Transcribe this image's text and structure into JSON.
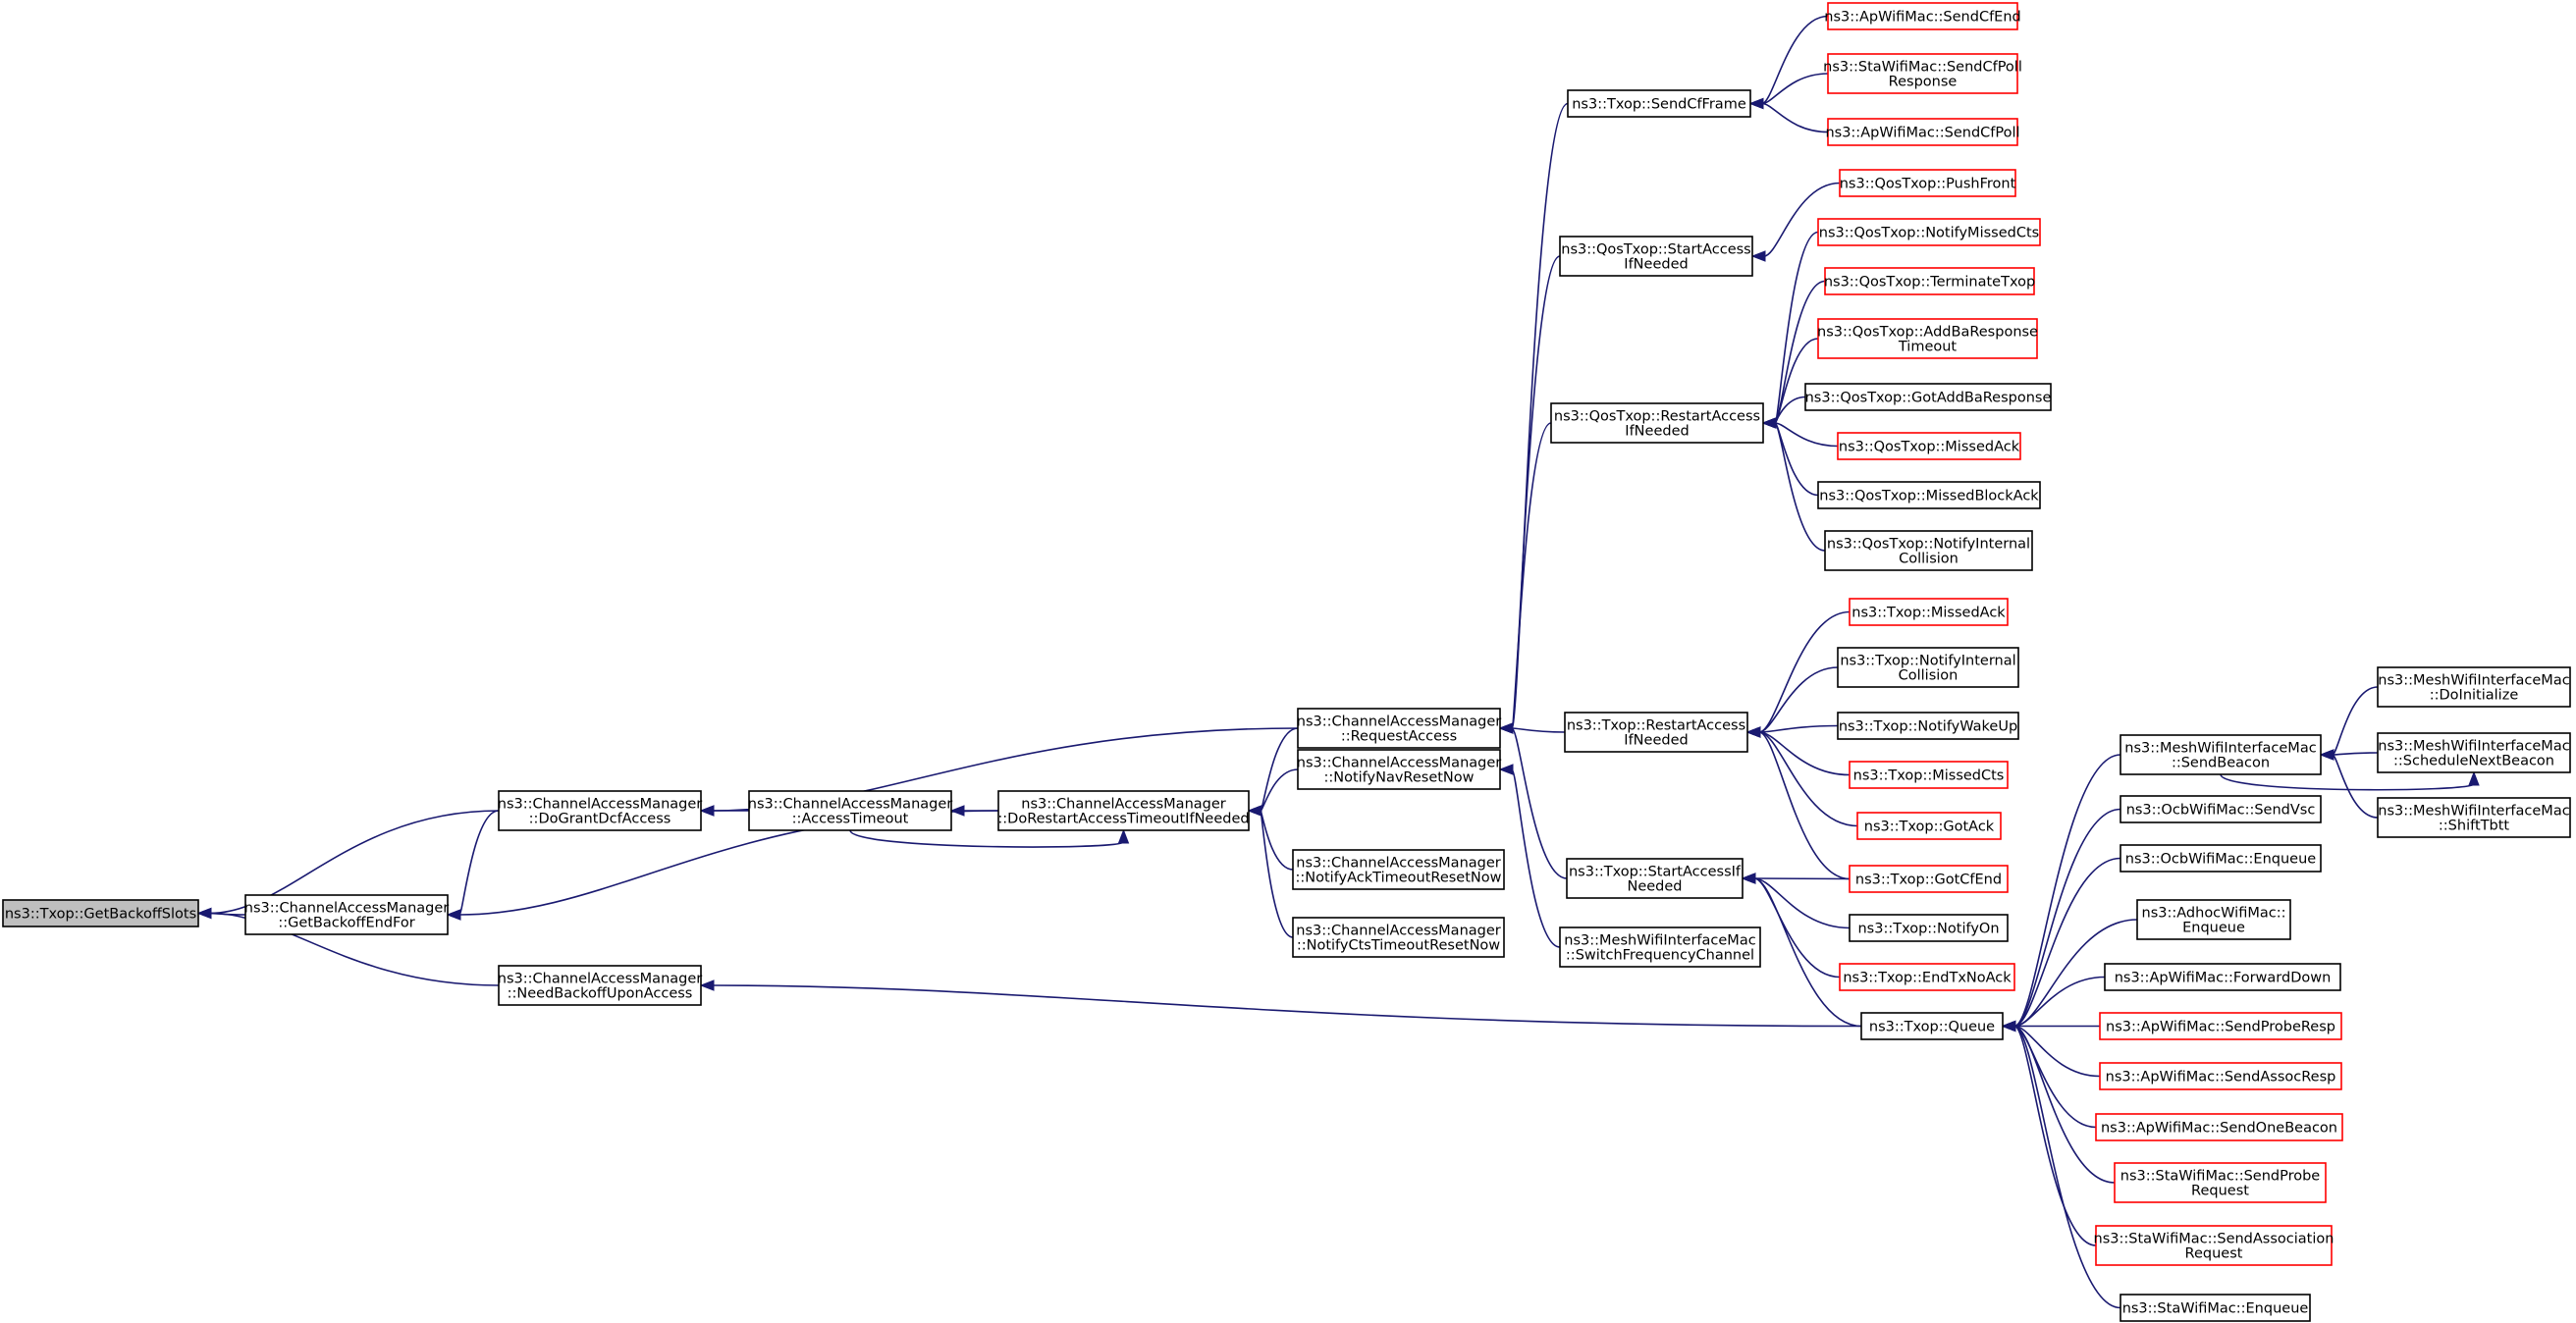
{
  "colors": {
    "edge": "#191970",
    "border_default": "#000000",
    "border_truncated": "#ff0000",
    "focus_fill": "#bfbfbf",
    "fill": "#ffffff"
  },
  "nodes": [
    {
      "id": "getbackoffslots",
      "lines": [
        "ns3::Txop::GetBackoffSlots"
      ],
      "style": "focus"
    },
    {
      "id": "dograntdcfaccess",
      "lines": [
        "ns3::ChannelAccessManager",
        "::DoGrantDcfAccess"
      ],
      "style": "normal"
    },
    {
      "id": "getbackoffendfor",
      "lines": [
        "ns3::ChannelAccessManager",
        "::GetBackoffEndFor"
      ],
      "style": "normal"
    },
    {
      "id": "needbackoffuponaccess",
      "lines": [
        "ns3::ChannelAccessManager",
        "::NeedBackoffUponAccess"
      ],
      "style": "normal"
    },
    {
      "id": "accesstimeout",
      "lines": [
        "ns3::ChannelAccessManager",
        "::AccessTimeout"
      ],
      "style": "normal"
    },
    {
      "id": "dorestartaccesstimeout",
      "lines": [
        "ns3::ChannelAccessManager",
        "::DoRestartAccessTimeoutIfNeeded"
      ],
      "style": "normal"
    },
    {
      "id": "requestaccess",
      "lines": [
        "ns3::ChannelAccessManager",
        "::RequestAccess"
      ],
      "style": "normal"
    },
    {
      "id": "notifynavresetnow",
      "lines": [
        "ns3::ChannelAccessManager",
        "::NotifyNavResetNow"
      ],
      "style": "normal"
    },
    {
      "id": "notifyacktimeoutresetnow",
      "lines": [
        "ns3::ChannelAccessManager",
        "::NotifyAckTimeoutResetNow"
      ],
      "style": "normal"
    },
    {
      "id": "notifyctstimeoutresetnow",
      "lines": [
        "ns3::ChannelAccessManager",
        "::NotifyCtsTimeoutResetNow"
      ],
      "style": "normal"
    },
    {
      "id": "switchfrequencychannel",
      "lines": [
        "ns3::MeshWifiInterfaceMac",
        "::SwitchFrequencyChannel"
      ],
      "style": "normal"
    },
    {
      "id": "sendcfframe",
      "lines": [
        "ns3::Txop::SendCfFrame"
      ],
      "style": "normal"
    },
    {
      "id": "qosstartaccessifneeded",
      "lines": [
        "ns3::QosTxop::StartAccess",
        "IfNeeded"
      ],
      "style": "normal"
    },
    {
      "id": "qosrestartaccessifneeded",
      "lines": [
        "ns3::QosTxop::RestartAccess",
        "IfNeeded"
      ],
      "style": "normal"
    },
    {
      "id": "txoprestartaccessifneeded",
      "lines": [
        "ns3::Txop::RestartAccess",
        "IfNeeded"
      ],
      "style": "normal"
    },
    {
      "id": "txopstartaccessifneeded",
      "lines": [
        "ns3::Txop::StartAccessIf",
        "Needed"
      ],
      "style": "normal"
    },
    {
      "id": "txopqueue",
      "lines": [
        "ns3::Txop::Queue"
      ],
      "style": "normal"
    },
    {
      "id": "apsendcfend",
      "lines": [
        "ns3::ApWifiMac::SendCfEnd"
      ],
      "style": "truncated"
    },
    {
      "id": "stasendcfpollresponse",
      "lines": [
        "ns3::StaWifiMac::SendCfPoll",
        "Response"
      ],
      "style": "truncated"
    },
    {
      "id": "apsendcfpoll",
      "lines": [
        "ns3::ApWifiMac::SendCfPoll"
      ],
      "style": "truncated"
    },
    {
      "id": "qospushfront",
      "lines": [
        "ns3::QosTxop::PushFront"
      ],
      "style": "truncated"
    },
    {
      "id": "qosnotifymissedcts",
      "lines": [
        "ns3::QosTxop::NotifyMissedCts"
      ],
      "style": "truncated"
    },
    {
      "id": "qosterminatetxop",
      "lines": [
        "ns3::QosTxop::TerminateTxop"
      ],
      "style": "truncated"
    },
    {
      "id": "qosaddbaresponsetimeout",
      "lines": [
        "ns3::QosTxop::AddBaResponse",
        "Timeout"
      ],
      "style": "truncated"
    },
    {
      "id": "qosgotaddbaresponse",
      "lines": [
        "ns3::QosTxop::GotAddBaResponse"
      ],
      "style": "normal"
    },
    {
      "id": "qosmissedack",
      "lines": [
        "ns3::QosTxop::MissedAck"
      ],
      "style": "truncated"
    },
    {
      "id": "qosmissedblockack",
      "lines": [
        "ns3::QosTxop::MissedBlockAck"
      ],
      "style": "normal"
    },
    {
      "id": "qosnotifyinternalcollision",
      "lines": [
        "ns3::QosTxop::NotifyInternal",
        "Collision"
      ],
      "style": "normal"
    },
    {
      "id": "txopmissedack",
      "lines": [
        "ns3::Txop::MissedAck"
      ],
      "style": "truncated"
    },
    {
      "id": "txopnotifyinternalcollision",
      "lines": [
        "ns3::Txop::NotifyInternal",
        "Collision"
      ],
      "style": "normal"
    },
    {
      "id": "txopnotifywakeup",
      "lines": [
        "ns3::Txop::NotifyWakeUp"
      ],
      "style": "normal"
    },
    {
      "id": "txopmissedcts",
      "lines": [
        "ns3::Txop::MissedCts"
      ],
      "style": "truncated"
    },
    {
      "id": "txopgotack",
      "lines": [
        "ns3::Txop::GotAck"
      ],
      "style": "truncated"
    },
    {
      "id": "txopgotcfend",
      "lines": [
        "ns3::Txop::GotCfEnd"
      ],
      "style": "truncated"
    },
    {
      "id": "txopnotifyon",
      "lines": [
        "ns3::Txop::NotifyOn"
      ],
      "style": "normal"
    },
    {
      "id": "txopendtxnoack",
      "lines": [
        "ns3::Txop::EndTxNoAck"
      ],
      "style": "truncated"
    },
    {
      "id": "meshsendbeacon",
      "lines": [
        "ns3::MeshWifiInterfaceMac",
        "::SendBeacon"
      ],
      "style": "normal"
    },
    {
      "id": "ocbsendvsc",
      "lines": [
        "ns3::OcbWifiMac::SendVsc"
      ],
      "style": "normal"
    },
    {
      "id": "ocbenqueue",
      "lines": [
        "ns3::OcbWifiMac::Enqueue"
      ],
      "style": "normal"
    },
    {
      "id": "adhocenqueue",
      "lines": [
        "ns3::AdhocWifiMac::",
        "Enqueue"
      ],
      "style": "normal"
    },
    {
      "id": "apforwarddown",
      "lines": [
        "ns3::ApWifiMac::ForwardDown"
      ],
      "style": "normal"
    },
    {
      "id": "apsendproberesp",
      "lines": [
        "ns3::ApWifiMac::SendProbeResp"
      ],
      "style": "truncated"
    },
    {
      "id": "apsendassocresp",
      "lines": [
        "ns3::ApWifiMac::SendAssocResp"
      ],
      "style": "truncated"
    },
    {
      "id": "apsendonebeacon",
      "lines": [
        "ns3::ApWifiMac::SendOneBeacon"
      ],
      "style": "truncated"
    },
    {
      "id": "stasendproberequest",
      "lines": [
        "ns3::StaWifiMac::SendProbe",
        "Request"
      ],
      "style": "truncated"
    },
    {
      "id": "stasendassociationrequest",
      "lines": [
        "ns3::StaWifiMac::SendAssociation",
        "Request"
      ],
      "style": "truncated"
    },
    {
      "id": "staenqueue",
      "lines": [
        "ns3::StaWifiMac::Enqueue"
      ],
      "style": "normal"
    },
    {
      "id": "meshdoinitialize",
      "lines": [
        "ns3::MeshWifiInterfaceMac",
        "::DoInitialize"
      ],
      "style": "normal"
    },
    {
      "id": "meshschedulenextbeacon",
      "lines": [
        "ns3::MeshWifiInterfaceMac",
        "::ScheduleNextBeacon"
      ],
      "style": "normal"
    },
    {
      "id": "meshshifttbtt",
      "lines": [
        "ns3::MeshWifiInterfaceMac",
        "::ShiftTbtt"
      ],
      "style": "normal"
    }
  ],
  "edges": [
    {
      "from": "getbackoffslots",
      "to": "dograntdcfaccess"
    },
    {
      "from": "getbackoffslots",
      "to": "getbackoffendfor"
    },
    {
      "from": "getbackoffslots",
      "to": "needbackoffuponaccess"
    },
    {
      "from": "dograntdcfaccess",
      "to": "accesstimeout"
    },
    {
      "from": "dograntdcfaccess",
      "to": "requestaccess"
    },
    {
      "from": "getbackoffendfor",
      "to": "dorestartaccesstimeout"
    },
    {
      "from": "getbackoffendfor",
      "to": "dograntdcfaccess"
    },
    {
      "from": "needbackoffuponaccess",
      "to": "txopqueue"
    },
    {
      "from": "accesstimeout",
      "to": "dorestartaccesstimeout"
    },
    {
      "from": "dorestartaccesstimeout",
      "to": "accesstimeout"
    },
    {
      "from": "dorestartaccesstimeout",
      "to": "requestaccess"
    },
    {
      "from": "dorestartaccesstimeout",
      "to": "notifynavresetnow"
    },
    {
      "from": "dorestartaccesstimeout",
      "to": "notifyacktimeoutresetnow"
    },
    {
      "from": "dorestartaccesstimeout",
      "to": "notifyctstimeoutresetnow"
    },
    {
      "from": "notifynavresetnow",
      "to": "switchfrequencychannel"
    },
    {
      "from": "requestaccess",
      "to": "sendcfframe"
    },
    {
      "from": "requestaccess",
      "to": "qosstartaccessifneeded"
    },
    {
      "from": "requestaccess",
      "to": "qosrestartaccessifneeded"
    },
    {
      "from": "requestaccess",
      "to": "txoprestartaccessifneeded"
    },
    {
      "from": "requestaccess",
      "to": "txopstartaccessifneeded"
    },
    {
      "from": "sendcfframe",
      "to": "apsendcfend"
    },
    {
      "from": "sendcfframe",
      "to": "stasendcfpollresponse"
    },
    {
      "from": "sendcfframe",
      "to": "apsendcfpoll"
    },
    {
      "from": "qosstartaccessifneeded",
      "to": "qospushfront"
    },
    {
      "from": "qosrestartaccessifneeded",
      "to": "qosnotifymissedcts"
    },
    {
      "from": "qosrestartaccessifneeded",
      "to": "qosterminatetxop"
    },
    {
      "from": "qosrestartaccessifneeded",
      "to": "qosaddbaresponsetimeout"
    },
    {
      "from": "qosrestartaccessifneeded",
      "to": "qosgotaddbaresponse"
    },
    {
      "from": "qosrestartaccessifneeded",
      "to": "qosmissedack"
    },
    {
      "from": "qosrestartaccessifneeded",
      "to": "qosmissedblockack"
    },
    {
      "from": "qosrestartaccessifneeded",
      "to": "qosnotifyinternalcollision"
    },
    {
      "from": "txoprestartaccessifneeded",
      "to": "txopmissedack"
    },
    {
      "from": "txoprestartaccessifneeded",
      "to": "txopnotifyinternalcollision"
    },
    {
      "from": "txoprestartaccessifneeded",
      "to": "txopnotifywakeup"
    },
    {
      "from": "txoprestartaccessifneeded",
      "to": "txopmissedcts"
    },
    {
      "from": "txoprestartaccessifneeded",
      "to": "txopgotack"
    },
    {
      "from": "txoprestartaccessifneeded",
      "to": "txopgotcfend"
    },
    {
      "from": "txopstartaccessifneeded",
      "to": "txopgotcfend"
    },
    {
      "from": "txopstartaccessifneeded",
      "to": "txopnotifyon"
    },
    {
      "from": "txopstartaccessifneeded",
      "to": "txopendtxnoack"
    },
    {
      "from": "txopstartaccessifneeded",
      "to": "txopqueue"
    },
    {
      "from": "txopqueue",
      "to": "meshsendbeacon"
    },
    {
      "from": "txopqueue",
      "to": "ocbsendvsc"
    },
    {
      "from": "txopqueue",
      "to": "ocbenqueue"
    },
    {
      "from": "txopqueue",
      "to": "adhocenqueue"
    },
    {
      "from": "txopqueue",
      "to": "apforwarddown"
    },
    {
      "from": "txopqueue",
      "to": "apsendproberesp"
    },
    {
      "from": "txopqueue",
      "to": "apsendassocresp"
    },
    {
      "from": "txopqueue",
      "to": "apsendonebeacon"
    },
    {
      "from": "txopqueue",
      "to": "stasendproberequest"
    },
    {
      "from": "txopqueue",
      "to": "stasendassociationrequest"
    },
    {
      "from": "txopqueue",
      "to": "staenqueue"
    },
    {
      "from": "meshsendbeacon",
      "to": "meshdoinitialize"
    },
    {
      "from": "meshsendbeacon",
      "to": "meshschedulenextbeacon"
    },
    {
      "from": "meshsendbeacon",
      "to": "meshshifttbtt"
    },
    {
      "from": "meshschedulenextbeacon",
      "to": "meshsendbeacon"
    }
  ]
}
